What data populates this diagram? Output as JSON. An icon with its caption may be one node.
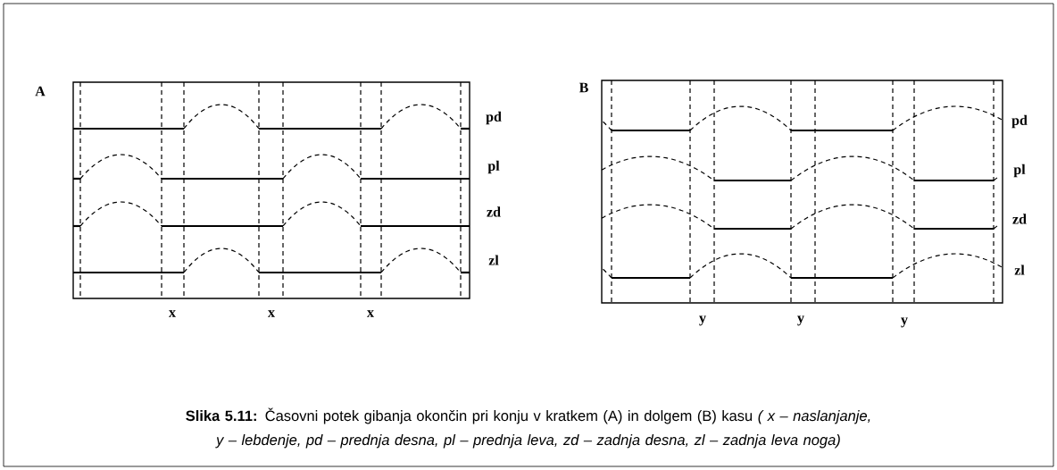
{
  "diagram": {
    "caption": "**Slika 5.11:** Časovni potek gibanja okončin pri konju v kratkem (A) in dolgem (B) kasu *( x – naslanjanje, y – lebdenje, pd – prednja desna, pl – prednja leva, zd – zadnja desna, zl – zadnja leva noga)*",
    "labels": [
      "A",
      "pd",
      "pl",
      "zd",
      "zl",
      "x",
      "x",
      "x",
      "B",
      "pd",
      "pl",
      "zd",
      "zl",
      "y",
      "y",
      "y"
    ]
  }
}
